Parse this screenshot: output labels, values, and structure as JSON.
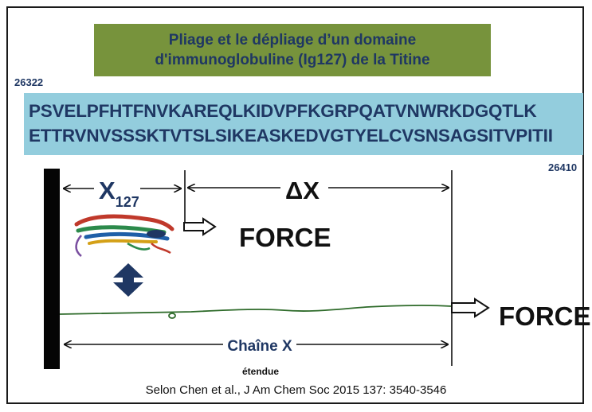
{
  "title": {
    "line1": "Pliage et le dépliage d’un  domaine",
    "line2": "d'immunoglobuline  (Ig127) de la Titine"
  },
  "residue_start": "26322",
  "residue_end": "26410",
  "sequence": {
    "line1": "PSVELPFHTFNVKAREQLKIDVPFKGRPQATVNWRKDGQTLK",
    "line2": "ETTRVNVSSSKTVTSLSIKEASKEDVGTYELCVSNSAGSITVPITII"
  },
  "diagram": {
    "x127_label": "X",
    "x127_subscript": "127",
    "delta_x_label": "ΔX",
    "force_label_folded": "FORCE",
    "force_label_extended": "FORCE",
    "chain_label": "Chaîne X",
    "extended_label": "étendue"
  },
  "citation": "Selon Chen et al., J Am Chem Soc 2015 137: 3540-3546",
  "colors": {
    "title_bg": "#77933c",
    "sequence_bg": "#93cddd",
    "text_navy": "#1f3763",
    "chain_green": "#2e6b2a"
  }
}
